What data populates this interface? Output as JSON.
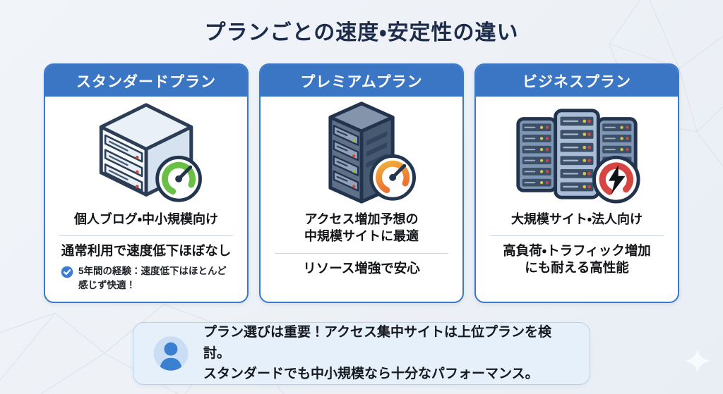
{
  "page": {
    "title": "プランごとの速度・安定性の違い"
  },
  "cards": [
    {
      "header": "スタンダードプラン",
      "icon": "single-server-with-green-speed-gauge",
      "primary": "個人ブログ・中小規模向け",
      "secondary": "通常利用で速度低下ほぼなし",
      "note": "5年間の経験：速度低下はほとんど感じず快適！",
      "note_icon": "check-circle-icon",
      "gauge_color": "#6abf45"
    },
    {
      "header": "プレミアムプラン",
      "icon": "tall-server-with-orange-speed-gauge",
      "primary": "アクセス増加予想の\n中規模サイトに最適",
      "secondary": "リソース増強で安心",
      "gauge_color": "#ee7a30"
    },
    {
      "header": "ビジネスプラン",
      "icon": "server-cluster-with-red-power-gauge",
      "primary": "大規模サイト・法人向け",
      "secondary": "高負荷・トラフィック増加\nにも耐える高性能",
      "gauge_color": "#d64541"
    }
  ],
  "footer_note": {
    "icon": "person-avatar",
    "text": "プラン選びは重要！アクセス集中サイトは上位プランを検討。\nスタンダードでも中小規模なら十分なパフォーマンス。"
  },
  "colors": {
    "title_navy": "#1c2b4a",
    "header_blue": "#3b76c5",
    "card_border": "#3a79c9",
    "gauge_green": "#6abf45",
    "gauge_orange_start": "#f2b13a",
    "gauge_orange_end": "#ea5f31",
    "badge_red": "#d64541",
    "check_blue": "#3a7bd5",
    "note_box_bg": "#e6f0fb",
    "note_box_border": "#b7d2ee",
    "avatar_blue": "#3b7fd0",
    "background": "#edf1f6"
  },
  "decor": {
    "pattern": "triangular-mesh-lines",
    "corner_shape": "four-point-star"
  }
}
